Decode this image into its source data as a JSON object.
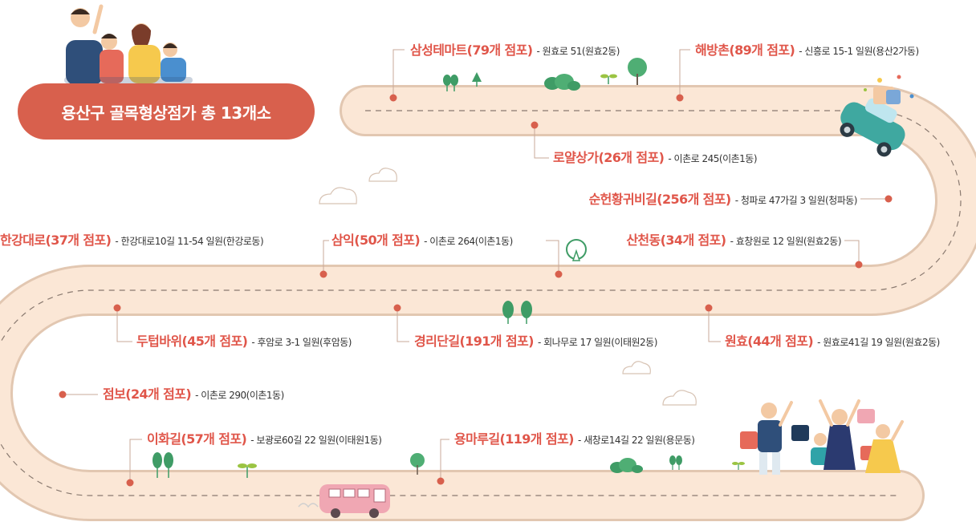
{
  "title": "용산구 골목형상점가 총 13개소",
  "markets": [
    {
      "id": "samsung",
      "name": "삼성테마트(79개 점포)",
      "address": "- 원효로 51(원효2동)"
    },
    {
      "id": "haebang",
      "name": "해방촌(89개 점포)",
      "address": "- 신흥로 15-1 일원(용산2가동)"
    },
    {
      "id": "royal",
      "name": "로얄상가(26개 점포)",
      "address": "- 이촌로 245(이촌1동)"
    },
    {
      "id": "sunhyeon",
      "name": "순헌황귀비길(256개 점포)",
      "address": "- 청파로 47가길 3 일원(청파동)"
    },
    {
      "id": "hangang",
      "name": "한강대로(37개 점포)",
      "address": "- 한강대로10길 11-54 일원(한강로동)"
    },
    {
      "id": "samik",
      "name": "삼익(50개 점포)",
      "address": "- 이촌로 264(이촌1동)"
    },
    {
      "id": "sancheon",
      "name": "산천동(34개 점포)",
      "address": "- 효창원로 12 일원(원효2동)"
    },
    {
      "id": "duteop",
      "name": "두텁바위(45개 점포)",
      "address": "- 후암로 3-1 일원(후암동)"
    },
    {
      "id": "gyeongri",
      "name": "경리단길(191개 점포)",
      "address": "- 회나무로 17 일원(이태원2동)"
    },
    {
      "id": "wonhyo",
      "name": "원효(44개 점포)",
      "address": "- 원효로41길 19 일원(원효2동)"
    },
    {
      "id": "jeombo",
      "name": "점보(24개 점포)",
      "address": "- 이촌로 290(이촌1동)"
    },
    {
      "id": "ihwa",
      "name": "이화길(57개 점포)",
      "address": "- 보광로60길 22 일원(이태원1동)"
    },
    {
      "id": "yongmaru",
      "name": "용마루길(119개 점포)",
      "address": "- 새창로14길 22 일원(용문동)"
    }
  ],
  "colors": {
    "road": "#fbe7d6",
    "road_edge": "#e2c7b1",
    "marker": "#d8604d",
    "name_text": "#e0564a",
    "title_pill": "#d8604d",
    "tree": "#3f9c66",
    "bus": "#f0a7b3"
  },
  "icons": [
    "family-illustration",
    "car-icon",
    "bus-icon",
    "tree-icon",
    "cloud-icon",
    "people-celebrating-illustration"
  ]
}
